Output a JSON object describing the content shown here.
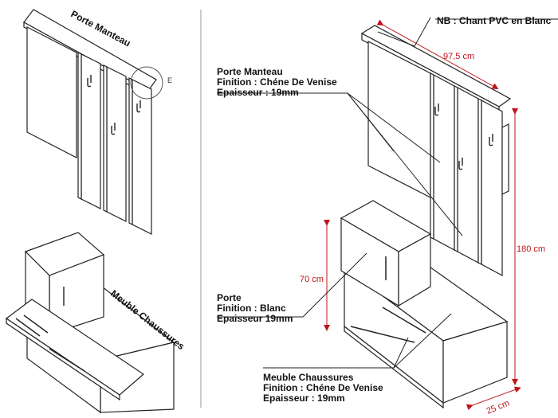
{
  "left_panel": {
    "coat_rack_title": "Porte Manteau",
    "shoe_cabinet_title": "Meuble Chaussures",
    "detail_marker": "E"
  },
  "right_panel": {
    "note": "NB : Chant PVC en Blanc",
    "coat_rack_label": {
      "line1": "Porte Manteau",
      "line2": "Finition : Chéne De Venise",
      "line3": "Epaisseur : 19mm"
    },
    "door_label": {
      "line1": "Porte",
      "line2": "Finition : Blanc",
      "line3": "Epaisseur 19mm"
    },
    "shoe_cabinet_label": {
      "line1": "Meuble Chaussures",
      "line2": "Finition : Chéne De Venise",
      "line3": "Epaisseur : 19mm"
    },
    "dimensions": {
      "width": "97,5 cm",
      "height_total": "180 cm",
      "height_cabinet": "70 cm",
      "depth": "25 cm"
    }
  },
  "colors": {
    "line": "#222222",
    "dimension": "#c0141b",
    "background": "#ffffff"
  }
}
